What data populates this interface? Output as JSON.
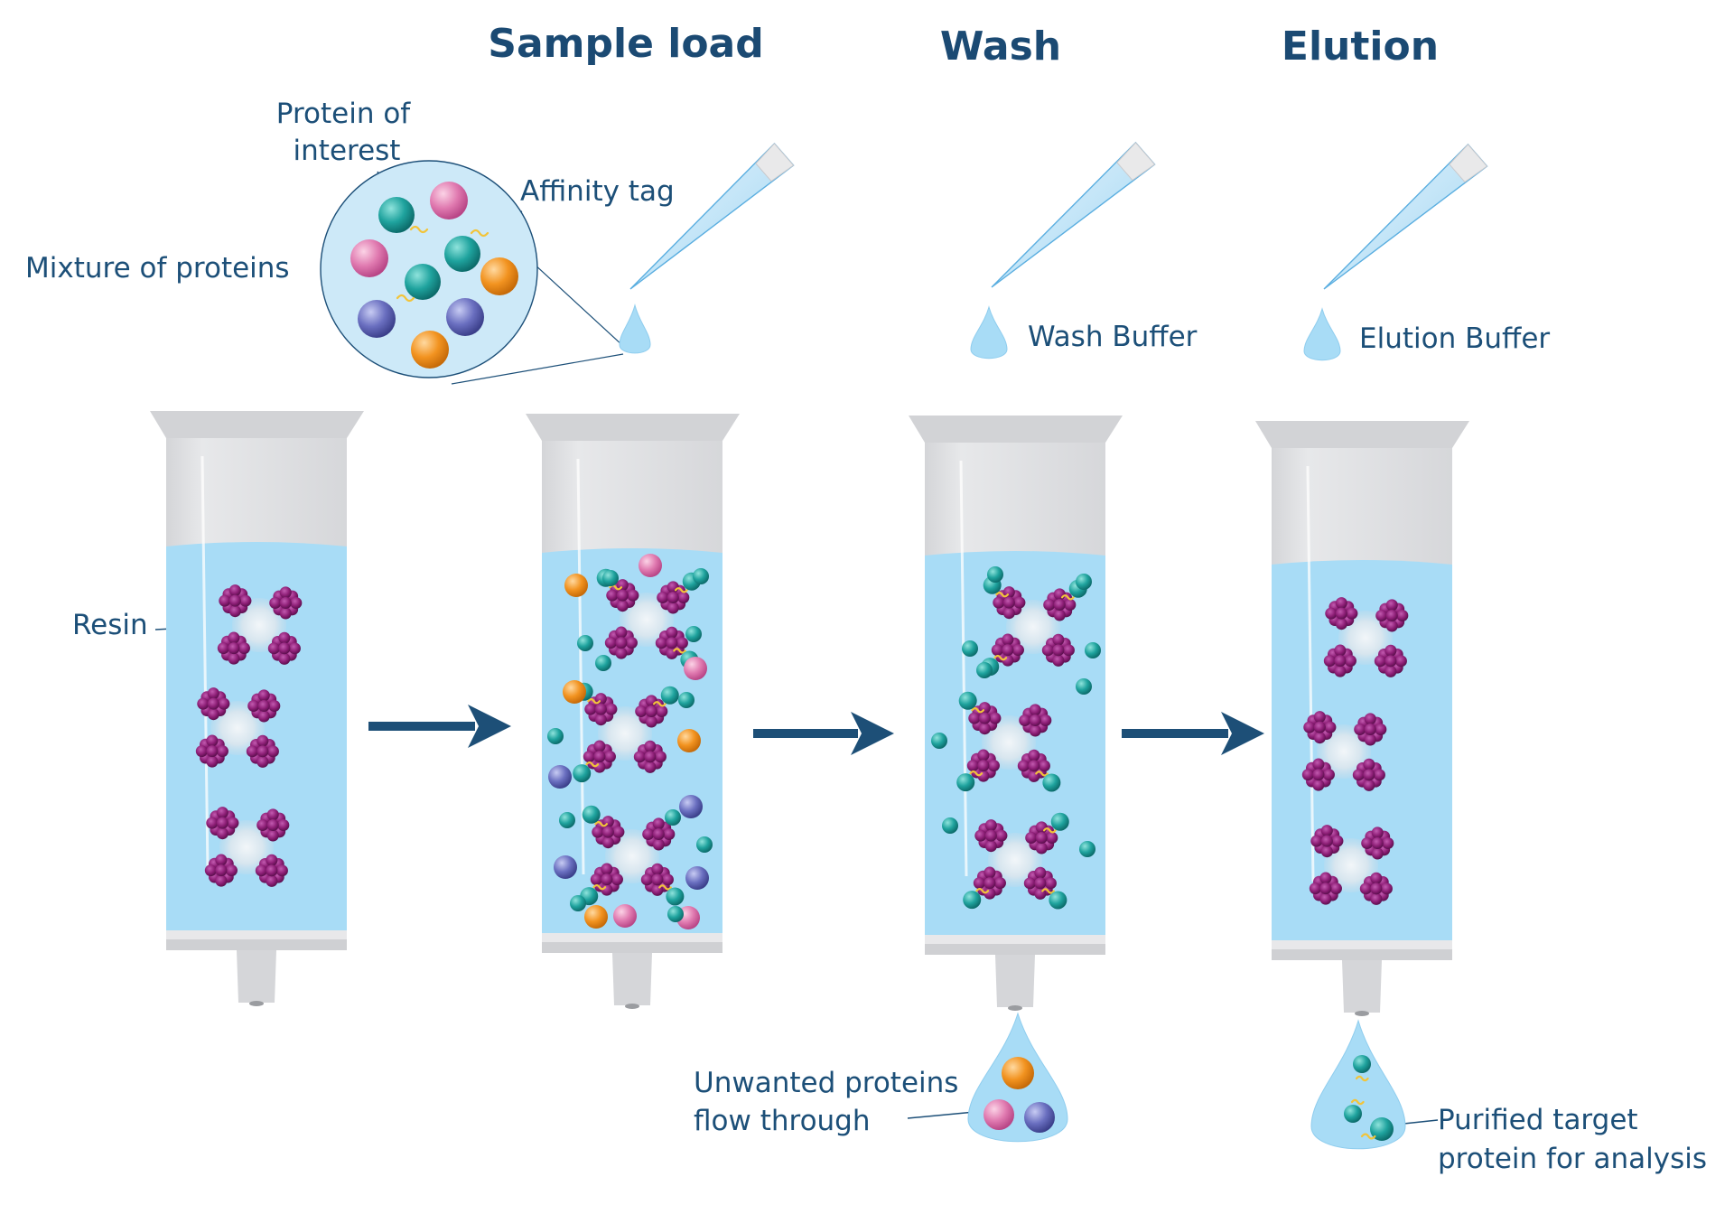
{
  "headings": {
    "step1": "Sample load",
    "step2": "Wash",
    "step3": "Elution"
  },
  "labels": {
    "protein_of_interest_line1": "Protein of",
    "protein_of_interest_line2": "interest",
    "affinity_tag": "Affinity tag",
    "mixture": "Mixture of proteins",
    "wash_buffer": "Wash Buffer",
    "elution_buffer": "Elution Buffer",
    "resin": "Resin",
    "unwanted_line1": "Unwanted proteins",
    "unwanted_line2": "flow through",
    "purified_line1": "Purified target",
    "purified_line2": "protein for analysis"
  },
  "colors": {
    "title": "#1b4a73",
    "text": "#1c4f78",
    "arrow": "#1d4f77",
    "buffer": "#a8dcf6",
    "tube": "#dcdde0",
    "resin_ligand": "#8e1f77",
    "protein_teal": "#1b9a96",
    "protein_pink": "#d9649f",
    "protein_orange": "#ef8d1a",
    "protein_blue": "#5a5fb0",
    "tag": "#f2c43a"
  }
}
